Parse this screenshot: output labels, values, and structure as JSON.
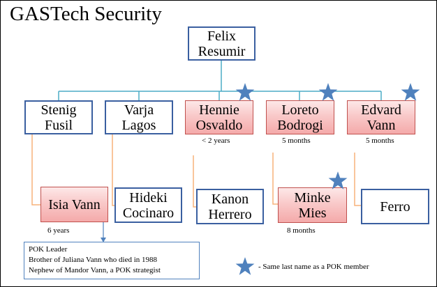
{
  "title": "GASTech Security",
  "root": {
    "line1": "Felix",
    "line2": "Resumir"
  },
  "row1": [
    {
      "line1": "Stenig",
      "line2": "Fusil"
    },
    {
      "line1": "Varja",
      "line2": "Lagos"
    },
    {
      "line1": "Hennie",
      "line2": "Osvaldo",
      "tenure": "< 2 years"
    },
    {
      "line1": "Loreto",
      "line2": "Bodrogi",
      "tenure": "5 months"
    },
    {
      "line1": "Edvard",
      "line2": "Vann",
      "tenure": "5 months"
    }
  ],
  "row2": [
    {
      "line1": "Isia Vann",
      "tenure": "6 years"
    },
    {
      "line1": "Hideki",
      "line2": "Cocinaro"
    },
    {
      "line1": "Kanon",
      "line2": "Herrero"
    },
    {
      "line1": "Minke",
      "line2": "Mies",
      "tenure": "8 months"
    },
    {
      "line1": "Ferro"
    }
  ],
  "note": [
    "POK Leader",
    "Brother of Juliana Vann who died in 1988",
    "Nephew of Mandor Vann, a POK strategist"
  ],
  "legend": {
    "text": "- Same last name as a POK member"
  },
  "colors": {
    "box_border": "#3a5fa0",
    "highlight_fill": "#f4aaaa",
    "highlight_border": "#c0504d",
    "top_connector": "#4bacc6",
    "bottom_connector": "#f7b27a",
    "star": "#4f81bd"
  }
}
